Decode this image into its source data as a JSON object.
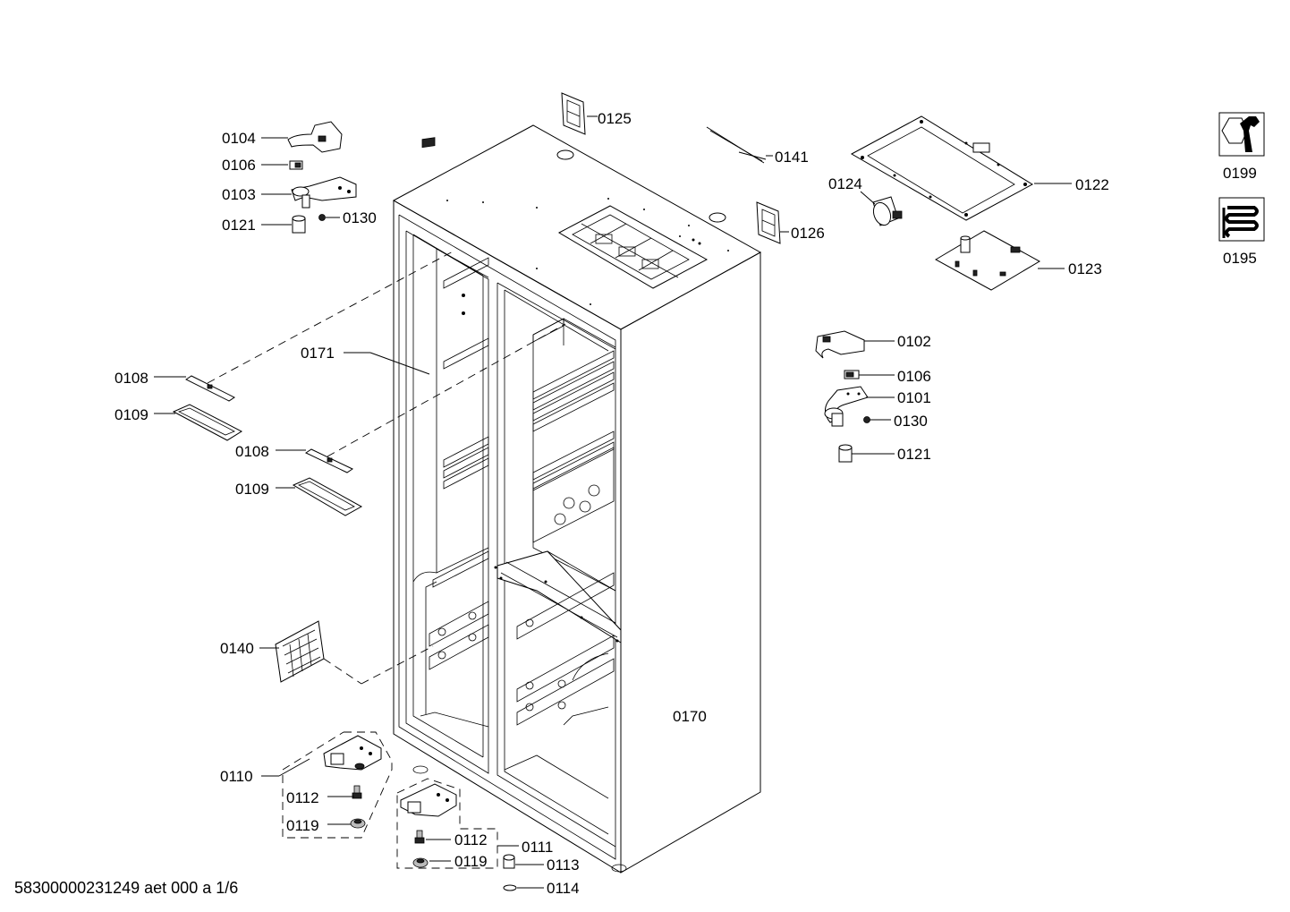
{
  "diagram": {
    "labels": {
      "p0125": "0125",
      "p0141": "0141",
      "p0122": "0122",
      "p0124": "0124",
      "p0126": "0126",
      "p0123": "0123",
      "p0104": "0104",
      "p0106a": "0106",
      "p0103": "0103",
      "p0121a": "0121",
      "p0130a": "0130",
      "p0171": "0171",
      "p0108a": "0108",
      "p0109a": "0109",
      "p0108b": "0108",
      "p0109b": "0109",
      "p0102": "0102",
      "p0106b": "0106",
      "p0101": "0101",
      "p0130b": "0130",
      "p0121b": "0121",
      "p0140": "0140",
      "p0170": "0170",
      "p0110": "0110",
      "p0112a": "0112",
      "p0119a": "0119",
      "p0112b": "0112",
      "p0111": "0111",
      "p0119b": "0119",
      "p0113": "0113",
      "p0114": "0114",
      "p0199": "0199",
      "p0195": "0195"
    },
    "icons": {
      "tools": "tools-icon",
      "heater": "heater-coil-icon"
    },
    "footer": "58300000231249 aet 000 a 1/6"
  }
}
